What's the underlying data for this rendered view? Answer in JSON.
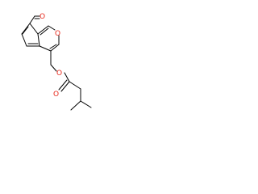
{
  "molecule": {
    "atoms": [
      {
        "symbol": "O",
        "role": "aldehyde-oxygen",
        "color": "#e8291c"
      },
      {
        "symbol": "O",
        "role": "ring-oxygen",
        "color": "#e8291c"
      },
      {
        "symbol": "O",
        "role": "ester-oxygen",
        "color": "#e8291c"
      },
      {
        "symbol": "O",
        "role": "carbonyl-oxygen",
        "color": "#e8291c"
      }
    ],
    "bond_color": "#000000"
  }
}
